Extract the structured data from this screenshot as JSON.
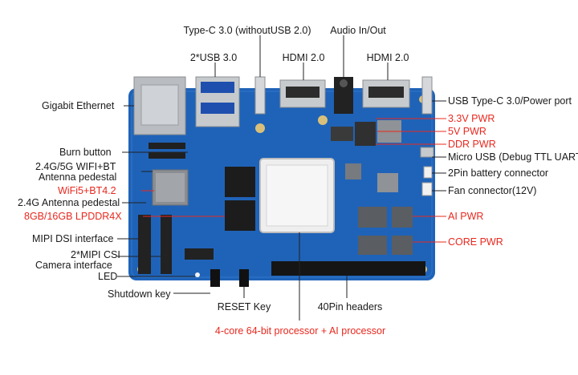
{
  "colors": {
    "board": "#1f63b8",
    "text": "#1a1a1a",
    "highlight": "#e8281e"
  },
  "labels": {
    "typec_30": "Type-C 3.0 (withoutUSB 2.0)",
    "audio": "Audio In/Out",
    "usb30": "2*USB 3.0",
    "hdmi_a": "HDMI 2.0",
    "hdmi_b": "HDMI 2.0",
    "usb_typec_power": "USB Type-C 3.0/Power port",
    "pwr_33": "3.3V PWR",
    "pwr_5": "5V PWR",
    "pwr_ddr": "DDR PWR",
    "micro_usb": "Micro USB (Debug TTL UART)",
    "battery": "2Pin battery connector",
    "fan": "Fan connector(12V)",
    "ai_pwr": "AI PWR",
    "core_pwr": "CORE PWR",
    "gigabit": "Gigabit Ethernet",
    "burn": "Burn button",
    "wifi_bt_1": "2.4G/5G WIFI+BT",
    "wifi_bt_2": "Antenna pedestal",
    "wifi5": "WiFi5+BT4.2",
    "ant24": "2.4G Antenna pedestal",
    "lpddr": "8GB/16GB LPDDR4X",
    "mipi_dsi": "MIPI DSI interface",
    "mipi_csi_1": "2*MIPI CSI",
    "mipi_csi_2": "Camera interface",
    "led": "LED",
    "shutdown": "Shutdown key",
    "reset": "RESET Key",
    "headers": "40Pin headers",
    "processor": "4-core 64-bit processor + AI processor"
  }
}
